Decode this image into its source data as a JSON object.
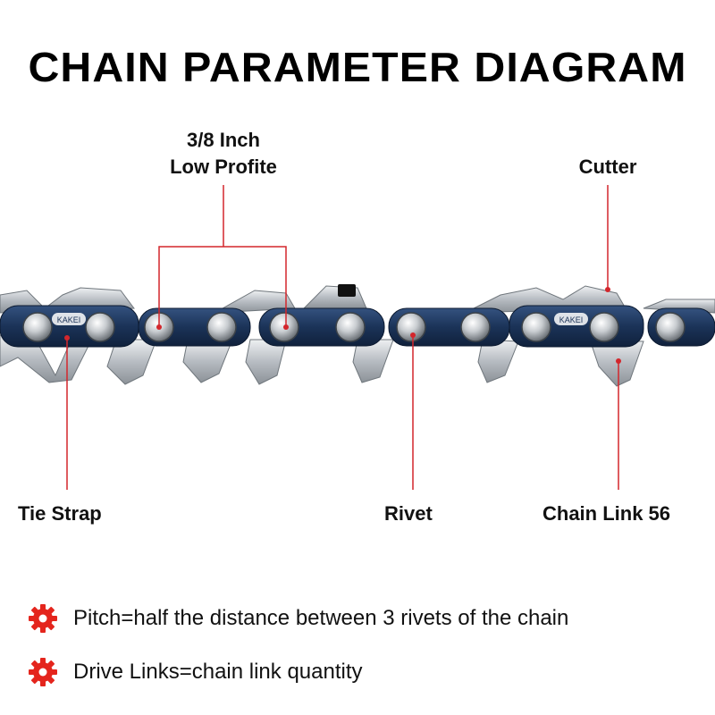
{
  "title": "CHAIN PARAMETER DIAGRAM",
  "labels": {
    "pitch_line1": "3/8 Inch",
    "pitch_line2": "Low Profite",
    "cutter": "Cutter",
    "tie_strap": "Tie Strap",
    "rivet": "Rivet",
    "chain_link": "Chain Link 56",
    "brand_mark": "KAKEI"
  },
  "notes": [
    {
      "icon": "gear-icon",
      "text": "Pitch=half the distance between 3 rivets of the chain"
    },
    {
      "icon": "gear-icon",
      "text": "Drive Links=chain link quantity"
    }
  ],
  "colors": {
    "leader_line": "#d3262c",
    "gear": "#e4251d",
    "steel": "#c9ced3",
    "steel_dark": "#7f868d",
    "link_blue": "#1f3b66"
  }
}
